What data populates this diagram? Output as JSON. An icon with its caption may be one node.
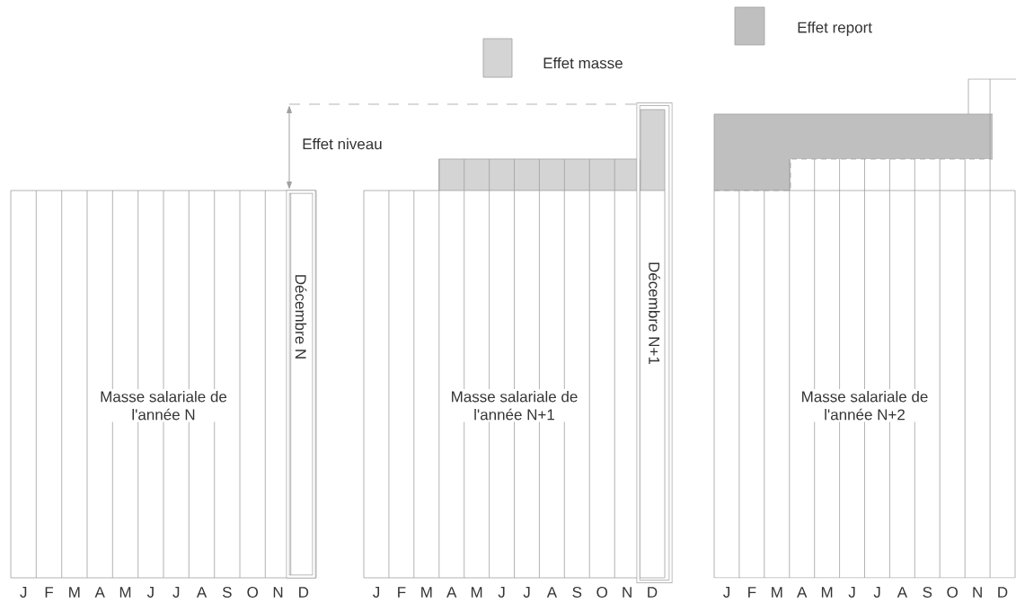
{
  "diagram": {
    "nodes": [
      {
        "text": [
          "Masse salariale de l'année N"
        ]
      },
      {
        "text": [
          "Décembre N"
        ],
        "in": 0
      },
      {
        "text": [
          "Masse salariale de l'année N+1"
        ]
      },
      {
        "text": [
          "Décembre N+1"
        ]
      },
      {
        "text": [
          "Masse salariale de l'année N+2"
        ]
      }
    ],
    "labels": [
      "Effet niveau",
      "J",
      "F",
      "M",
      "A",
      "M",
      "J",
      "J",
      "A",
      "S",
      "O",
      "N",
      "D",
      "J",
      "F",
      "M",
      "A",
      "M",
      "J",
      "J",
      "A",
      "S",
      "O",
      "N",
      "D",
      "J",
      "F",
      "M",
      "A",
      "M",
      "J",
      "J",
      "A",
      "S",
      "O",
      "N",
      "D"
    ],
    "legend": [
      {
        "text": "Effet report",
        "color": "#bfbfbf"
      },
      {
        "text": "Effet masse",
        "color": "#d4d4d4"
      }
    ]
  }
}
